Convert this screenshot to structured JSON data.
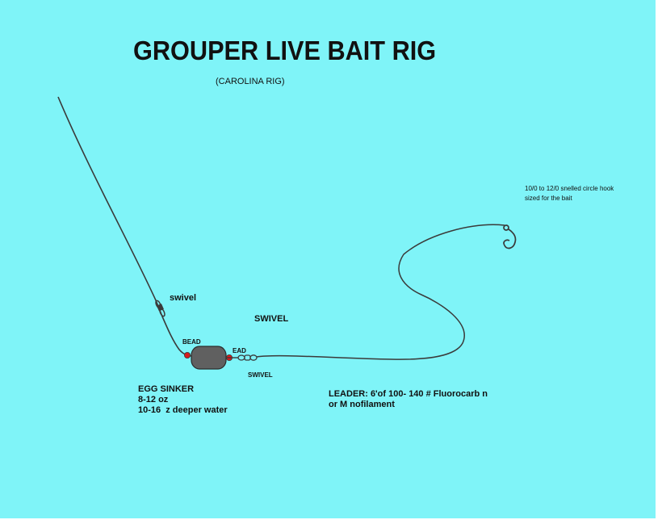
{
  "diagram": {
    "background_color": "#7ff4f8",
    "line_color": "#3a3a3a",
    "sinker_color": "#606060",
    "bead_color": "#d61c1c",
    "title": "GROUPER LIVE BAIT RIG",
    "subtitle": "(CAROLINA RIG)",
    "labels": {
      "hook_note_line1": "10/0 to 12/0 snelled circle hook",
      "hook_note_line2": "sized for the bait",
      "swivel_top": "swivel",
      "swivel_mid": "SWIVEL",
      "bead_left": "BEAD",
      "bead_right": "EAD",
      "swivel_low": "SWIVEL",
      "sinker_line1": "EGG SINKER",
      "sinker_line2": "8-12 oz",
      "sinker_line3": "10-16  z deeper water",
      "leader_line1": "LEADER: 6'of 100- 140 # Fluorocarb n",
      "leader_line2": "or M nofilament"
    },
    "components": [
      {
        "name": "main-line",
        "icon": "fishing-line"
      },
      {
        "name": "top-swivel",
        "icon": "swivel-icon"
      },
      {
        "name": "egg-sinker",
        "icon": "egg-sinker-icon"
      },
      {
        "name": "beads",
        "icon": "bead-icon"
      },
      {
        "name": "barrel-swivel",
        "icon": "swivel-icon"
      },
      {
        "name": "leader",
        "icon": "leader-line"
      },
      {
        "name": "circle-hook",
        "icon": "circle-hook-icon"
      }
    ]
  }
}
